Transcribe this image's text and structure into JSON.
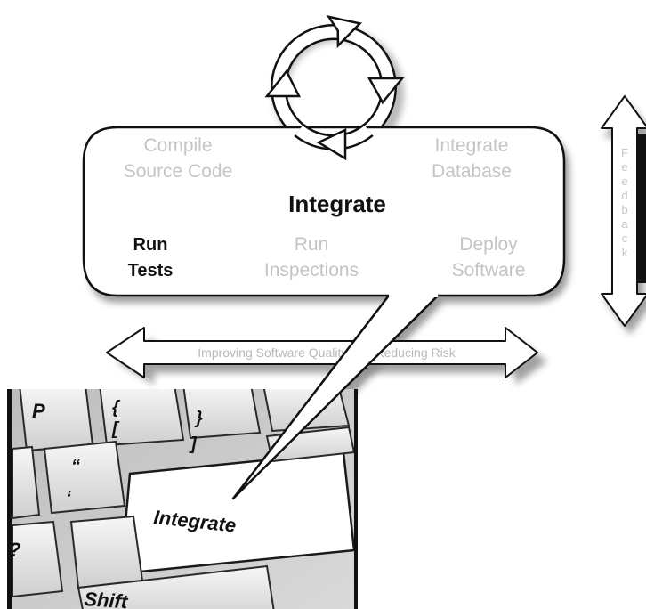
{
  "diagram": {
    "title": "Integrate",
    "cells": {
      "compile": [
        "Compile",
        "Source Code"
      ],
      "integrate_db": [
        "Integrate",
        "Database"
      ],
      "run_tests": [
        "Run",
        "Tests"
      ],
      "run_inspections": [
        "Run",
        "Inspections"
      ],
      "deploy": [
        "Deploy",
        "Software"
      ]
    },
    "horizontal_arrow_label": "Improving Software Quality and Reducing Risk",
    "vertical_arrow_letters": [
      "F",
      "e",
      "e",
      "d",
      "b",
      "a",
      "c",
      "k"
    ]
  },
  "keyboard": {
    "keys": {
      "p": "P",
      "brace_open": "{",
      "bracket_open": "[",
      "brace_close": "}",
      "bracket_close": "]",
      "quote_double": "“",
      "quote_single": "‘",
      "question": "?",
      "enter": "Integrate",
      "shift": "Shift"
    }
  },
  "colors": {
    "faint_text": "#c4c4c4",
    "strong_text": "#111111",
    "keyboard_bg": "#cfcfcf",
    "shadow": "#8a8a8a"
  }
}
